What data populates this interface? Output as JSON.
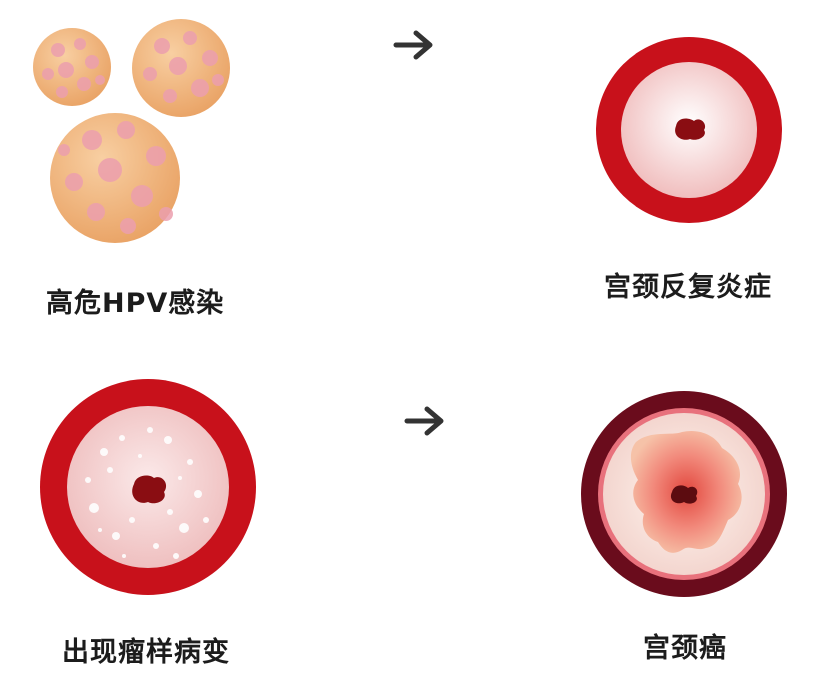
{
  "stages": [
    {
      "id": "hpv",
      "label": "高危HPV感染"
    },
    {
      "id": "inflammation",
      "label": "宫颈反复炎症"
    },
    {
      "id": "lesion",
      "label": "出现瘤样病变"
    },
    {
      "id": "cancer",
      "label": "宫颈癌"
    }
  ],
  "icons": {
    "arrow": "arrow-right-icon",
    "virus": "hpv-virus-icon",
    "cervix": "cervix-cross-section-icon"
  },
  "colors": {
    "text": "#1c1c1c",
    "arrow": "#333333",
    "ring_red": "#c8111b",
    "inner_pink": "#f3c4c4",
    "virus_orange": "#f2b27a",
    "virus_spot": "#e99aa8",
    "cancer_ring": "#6a0c1c",
    "tumor": "#f09080"
  }
}
